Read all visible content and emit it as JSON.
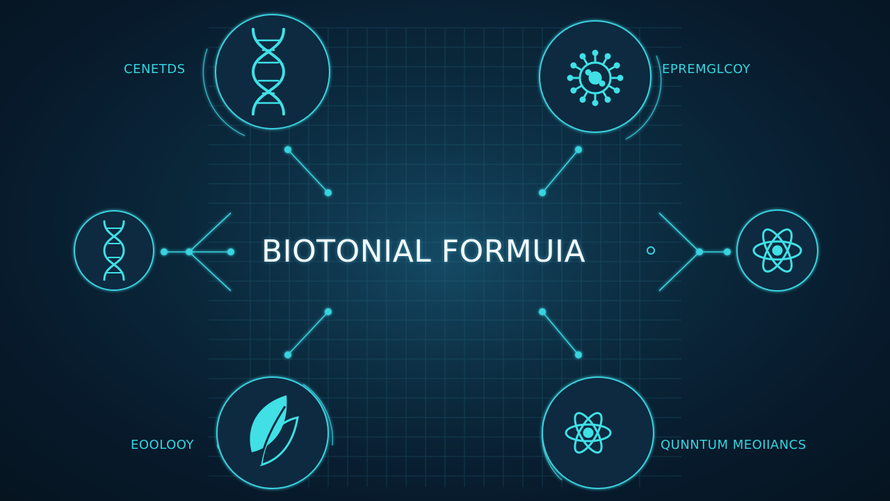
{
  "title": "BIOTONIAL FORMUIA",
  "nodes": [
    {
      "label": "CENETDS",
      "icon": "dna-helix-icon"
    },
    {
      "label": "EPREMGLCOY",
      "icon": "virus-icon"
    },
    {
      "label": "",
      "icon": "dna-helix-icon"
    },
    {
      "label": "",
      "icon": "atom-icon"
    },
    {
      "label": "EOOLOOY",
      "icon": "leaf-icon"
    },
    {
      "label": "QUNNTUM MEOIIANCS",
      "icon": "atom-icon"
    }
  ],
  "colors": {
    "accent": "#34d5e0",
    "title": "#f3fbff",
    "background": "#0a2639"
  }
}
